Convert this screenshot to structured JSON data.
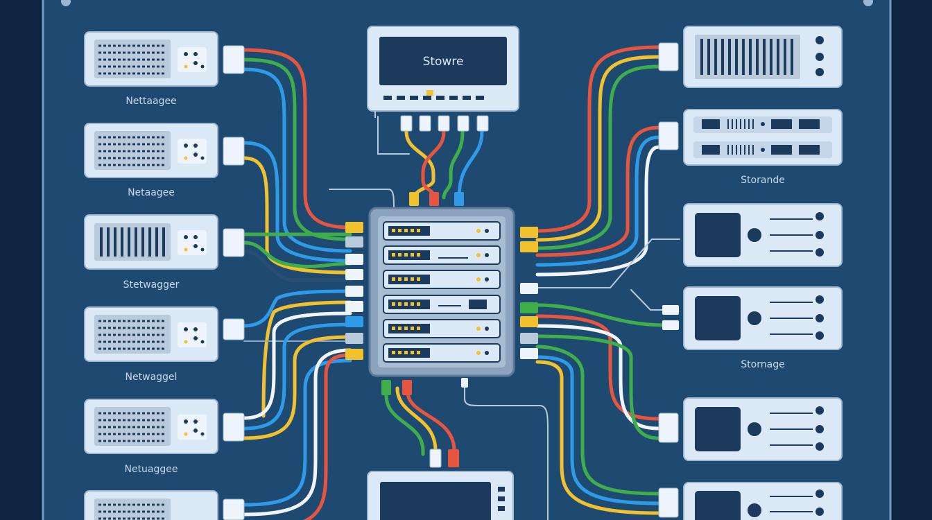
{
  "diagram": {
    "center_device": "network-switch",
    "top_monitor": {
      "screen_text": "Stowre"
    },
    "left_labels": [
      "Nettaagee",
      "Netaagee",
      "Stetwagger",
      "Netwaggel",
      "Netuaggee"
    ],
    "right_labels": [
      "Storande",
      "Stornage"
    ],
    "colors": {
      "background": "#0f2440",
      "panel": "#1e4a72",
      "panel_border": "#6f9bc4",
      "device_face": "#dbe8f6",
      "device_dark": "#1c3a5c",
      "cable_red": "#e8553f",
      "cable_green": "#3fae4a",
      "cable_blue": "#2f9be8",
      "cable_yellow": "#f2c12e",
      "cable_white": "#f2f5f8",
      "connector_yellow": "#f2c12e",
      "switch_body": "#8ba3bf"
    }
  }
}
